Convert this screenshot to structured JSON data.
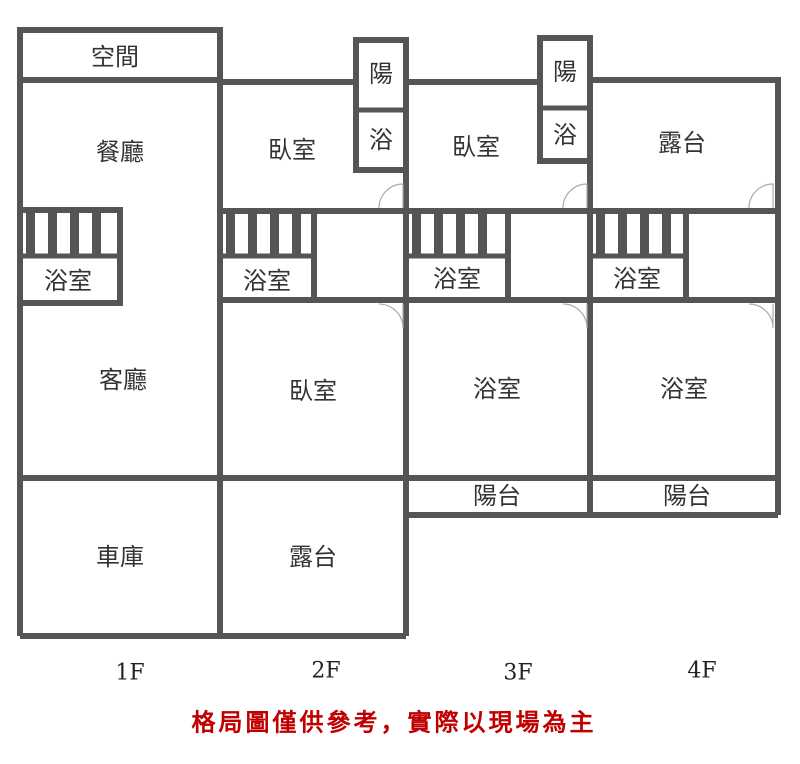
{
  "rooms": {
    "f1_space": "空間",
    "f1_dining": "餐廳",
    "f1_bath": "浴室",
    "f1_living": "客廳",
    "f1_garage": "車庫",
    "f2_bedroom_top": "臥室",
    "f2_balcony_small": "陽",
    "f2_bath_small": "浴",
    "f2_bath": "浴室",
    "f2_bedroom_mid": "臥室",
    "f2_terrace": "露台",
    "f3_bedroom_top": "臥室",
    "f3_balcony_small": "陽",
    "f3_bath_small": "浴",
    "f3_bath": "浴室",
    "f3_bath_big": "浴室",
    "f3_balcony": "陽台",
    "f4_terrace": "露台",
    "f4_bath": "浴室",
    "f4_bath_big": "浴室",
    "f4_balcony": "陽台"
  },
  "floors": [
    "1F",
    "2F",
    "3F",
    "4F"
  ],
  "note": "格局圖僅供參考，實際以現場為主",
  "colors": {
    "wall": "#555555",
    "note": "#c00000"
  }
}
